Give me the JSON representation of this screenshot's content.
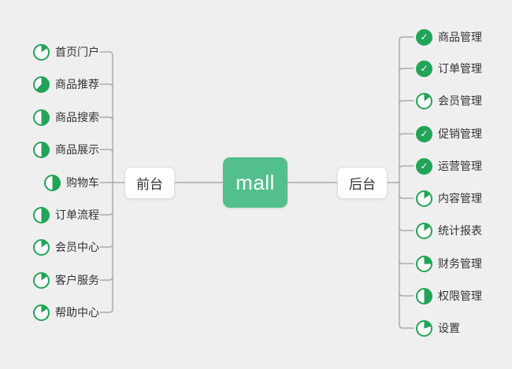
{
  "center": {
    "label": "mall"
  },
  "branches": {
    "left": {
      "label": "前台",
      "items": [
        {
          "label": "首页门户",
          "progress": 15
        },
        {
          "label": "商品推荐",
          "progress": 62.5
        },
        {
          "label": "商品搜索",
          "progress": 50
        },
        {
          "label": "商品展示",
          "progress": 50
        },
        {
          "label": "购物车",
          "progress": 50
        },
        {
          "label": "订单流程",
          "progress": 50
        },
        {
          "label": "会员中心",
          "progress": 15
        },
        {
          "label": "客户服务",
          "progress": 15
        },
        {
          "label": "帮助中心",
          "progress": 15
        }
      ]
    },
    "right": {
      "label": "后台",
      "items": [
        {
          "label": "商品管理",
          "progress": 100
        },
        {
          "label": "订单管理",
          "progress": 100
        },
        {
          "label": "会员管理",
          "progress": 15
        },
        {
          "label": "促销管理",
          "progress": 100
        },
        {
          "label": "运营管理",
          "progress": 100
        },
        {
          "label": "内容管理",
          "progress": 15
        },
        {
          "label": "统计报表",
          "progress": 15
        },
        {
          "label": "财务管理",
          "progress": 25
        },
        {
          "label": "权限管理",
          "progress": 50
        },
        {
          "label": "设置",
          "progress": 20
        }
      ]
    }
  },
  "icons": {
    "check_glyph": "✓"
  },
  "colors": {
    "canvas_bg": "#efefef",
    "root_green": "#53bf8d",
    "icon_green": "#22a457",
    "pie_empty": "#fdfdfd",
    "line": "#9d9d9d"
  }
}
